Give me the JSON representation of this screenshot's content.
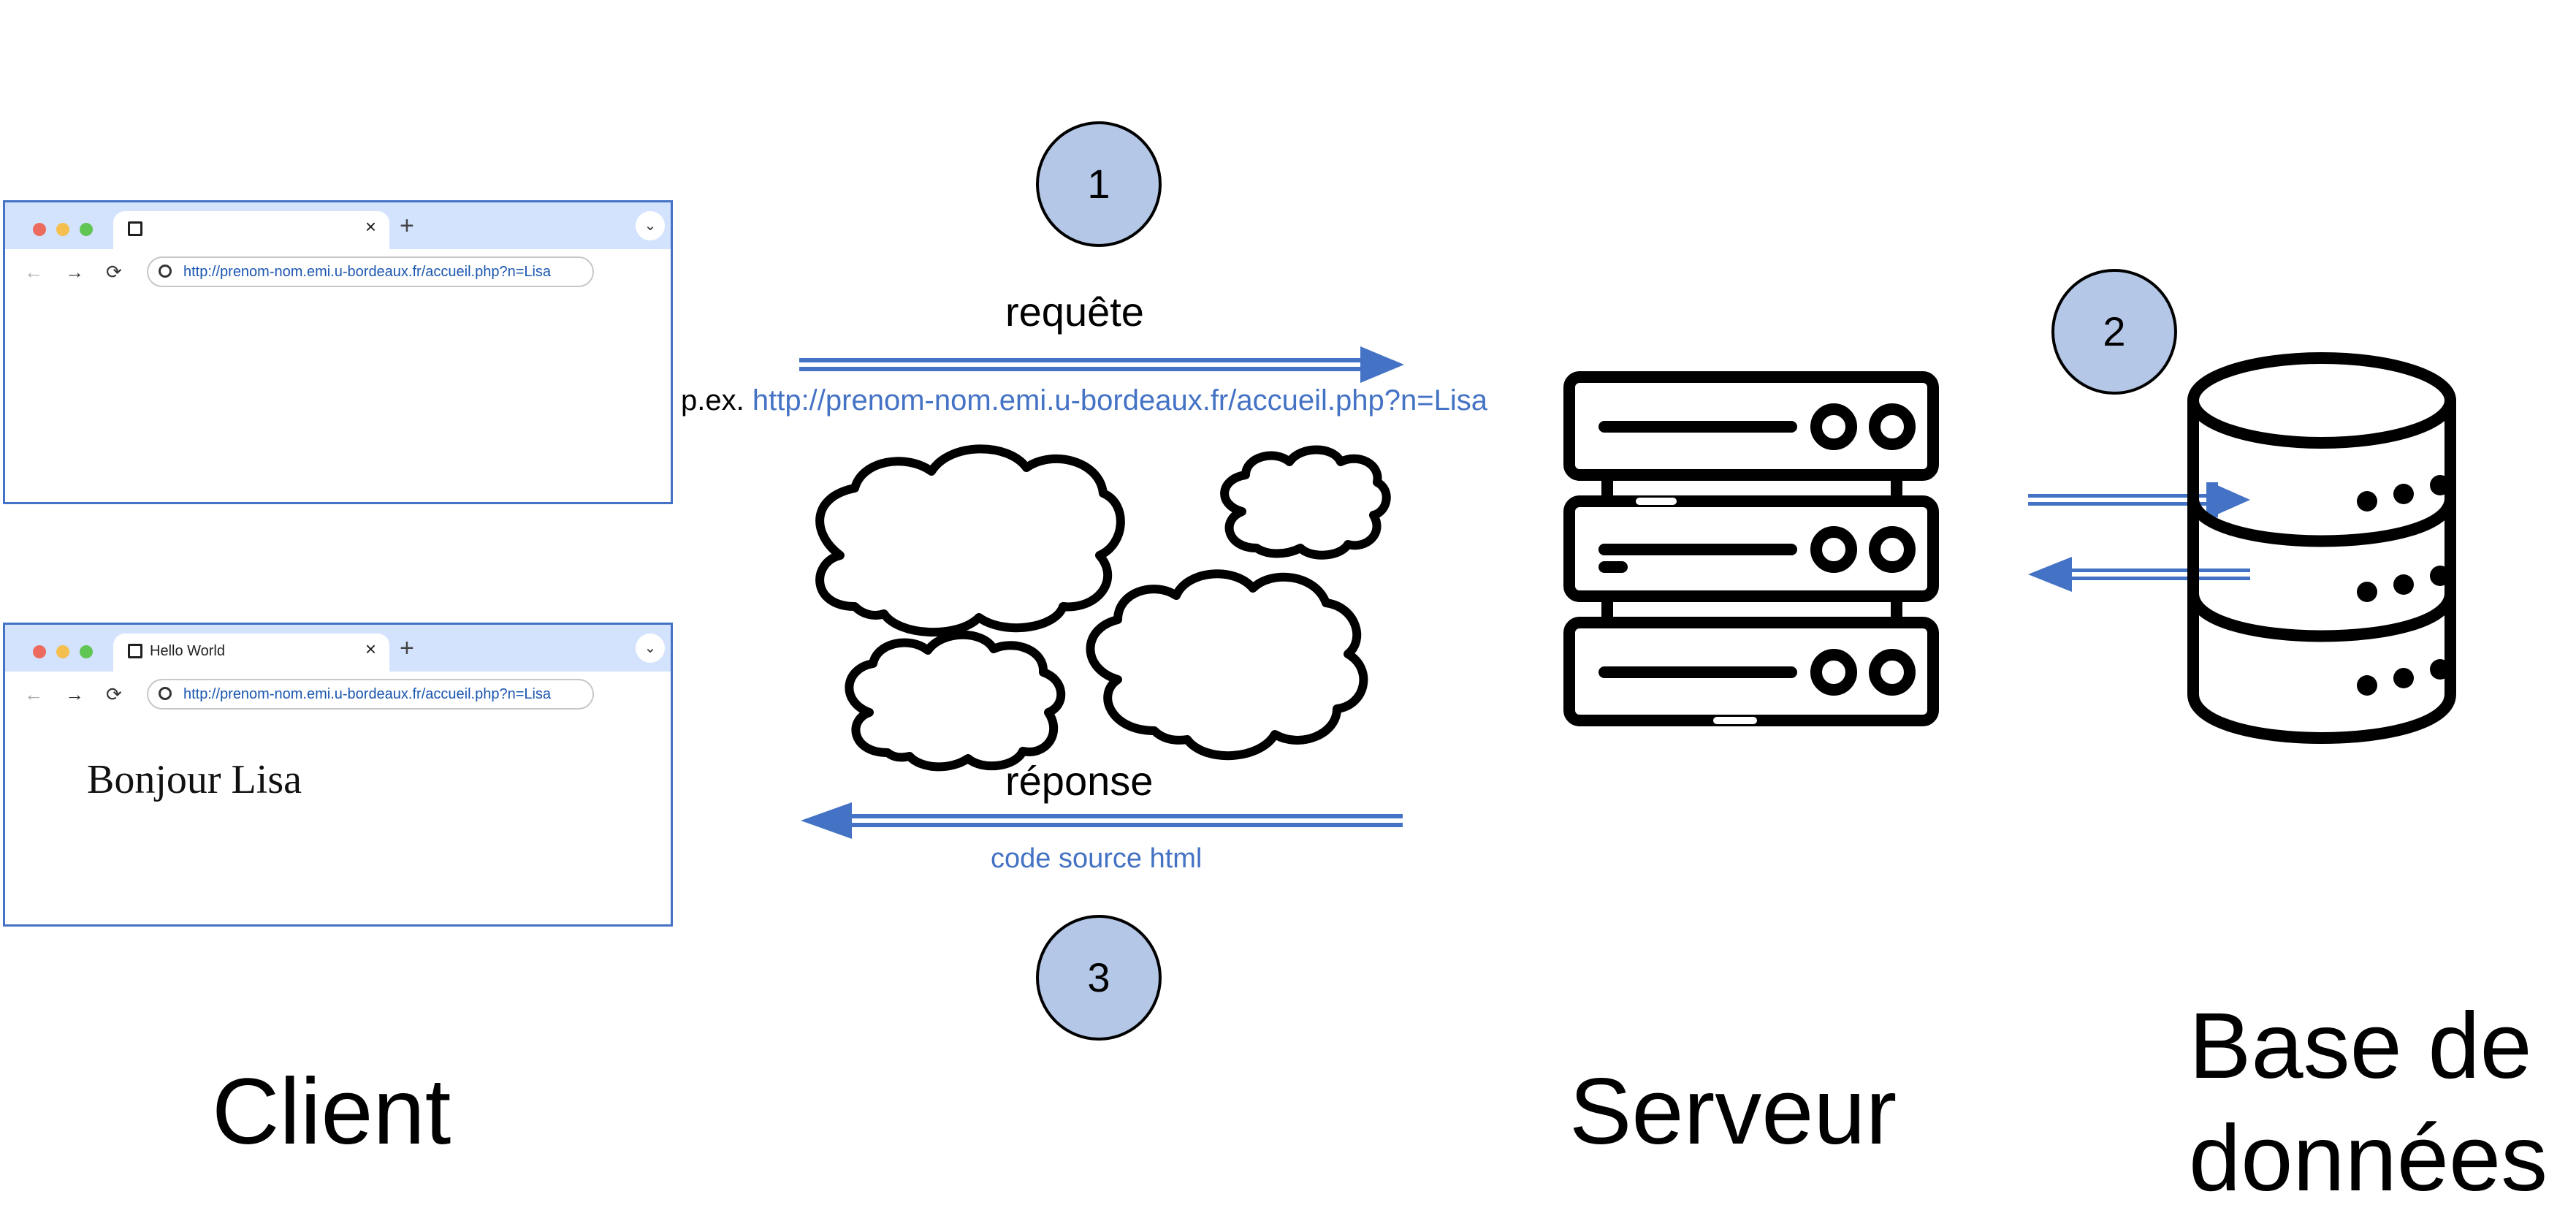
{
  "client_label": "Client",
  "server_label": "Serveur",
  "database_label_line1": "Base de",
  "database_label_line2": "données",
  "steps": [
    "1",
    "2",
    "3"
  ],
  "request": {
    "label": "requête",
    "example_prefix": "p.ex.",
    "example_url": "http://prenom-nom.emi.u-bordeaux.fr/accueil.php?n=Lisa"
  },
  "response": {
    "label": "réponse",
    "content": "code source html"
  },
  "browser_before": {
    "tab_title": "",
    "url": "http://prenom-nom.emi.u-bordeaux.fr/accueil.php?n=Lisa",
    "page_text": ""
  },
  "browser_after": {
    "tab_title": "Hello World",
    "url": "http://prenom-nom.emi.u-bordeaux.fr/accueil.php?n=Lisa",
    "page_text": "Bonjour Lisa"
  },
  "colors": {
    "arrow": "#4472c4",
    "step_fill": "#b4c7e7",
    "url_text": "#1a56b0",
    "mac_red": "#ed6a5e",
    "mac_yellow": "#f4bf4f",
    "mac_green": "#61c554"
  },
  "icons": [
    "cloud-icon",
    "server-rack-icon",
    "database-icon",
    "globe-icon",
    "tab-close-icon",
    "back-arrow-icon",
    "forward-arrow-icon",
    "reload-icon"
  ]
}
